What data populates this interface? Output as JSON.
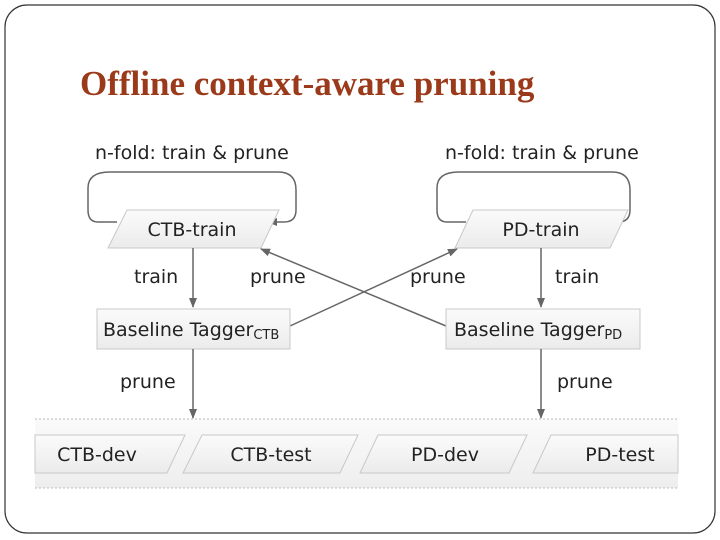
{
  "title": "Offline context-aware pruning",
  "colors": {
    "title": "#9b3a1a",
    "line": "#666666",
    "node_fill": "#f2f2f2"
  },
  "diagram": {
    "loop_labels": [
      "n-fold: train & prune",
      "n-fold: train & prune"
    ],
    "train_nodes": [
      "CTB-train",
      "PD-train"
    ],
    "edge_labels": {
      "train_left": "train",
      "prune_cross_left": "prune",
      "prune_cross_right": "prune",
      "train_right": "train",
      "prune_down_left": "prune",
      "prune_down_right": "prune"
    },
    "taggers": [
      {
        "name": "Baseline Tagger",
        "sub": "CTB"
      },
      {
        "name": "Baseline Tagger",
        "sub": "PD"
      }
    ],
    "eval_nodes": [
      "CTB-dev",
      "CTB-test",
      "PD-dev",
      "PD-test"
    ]
  }
}
